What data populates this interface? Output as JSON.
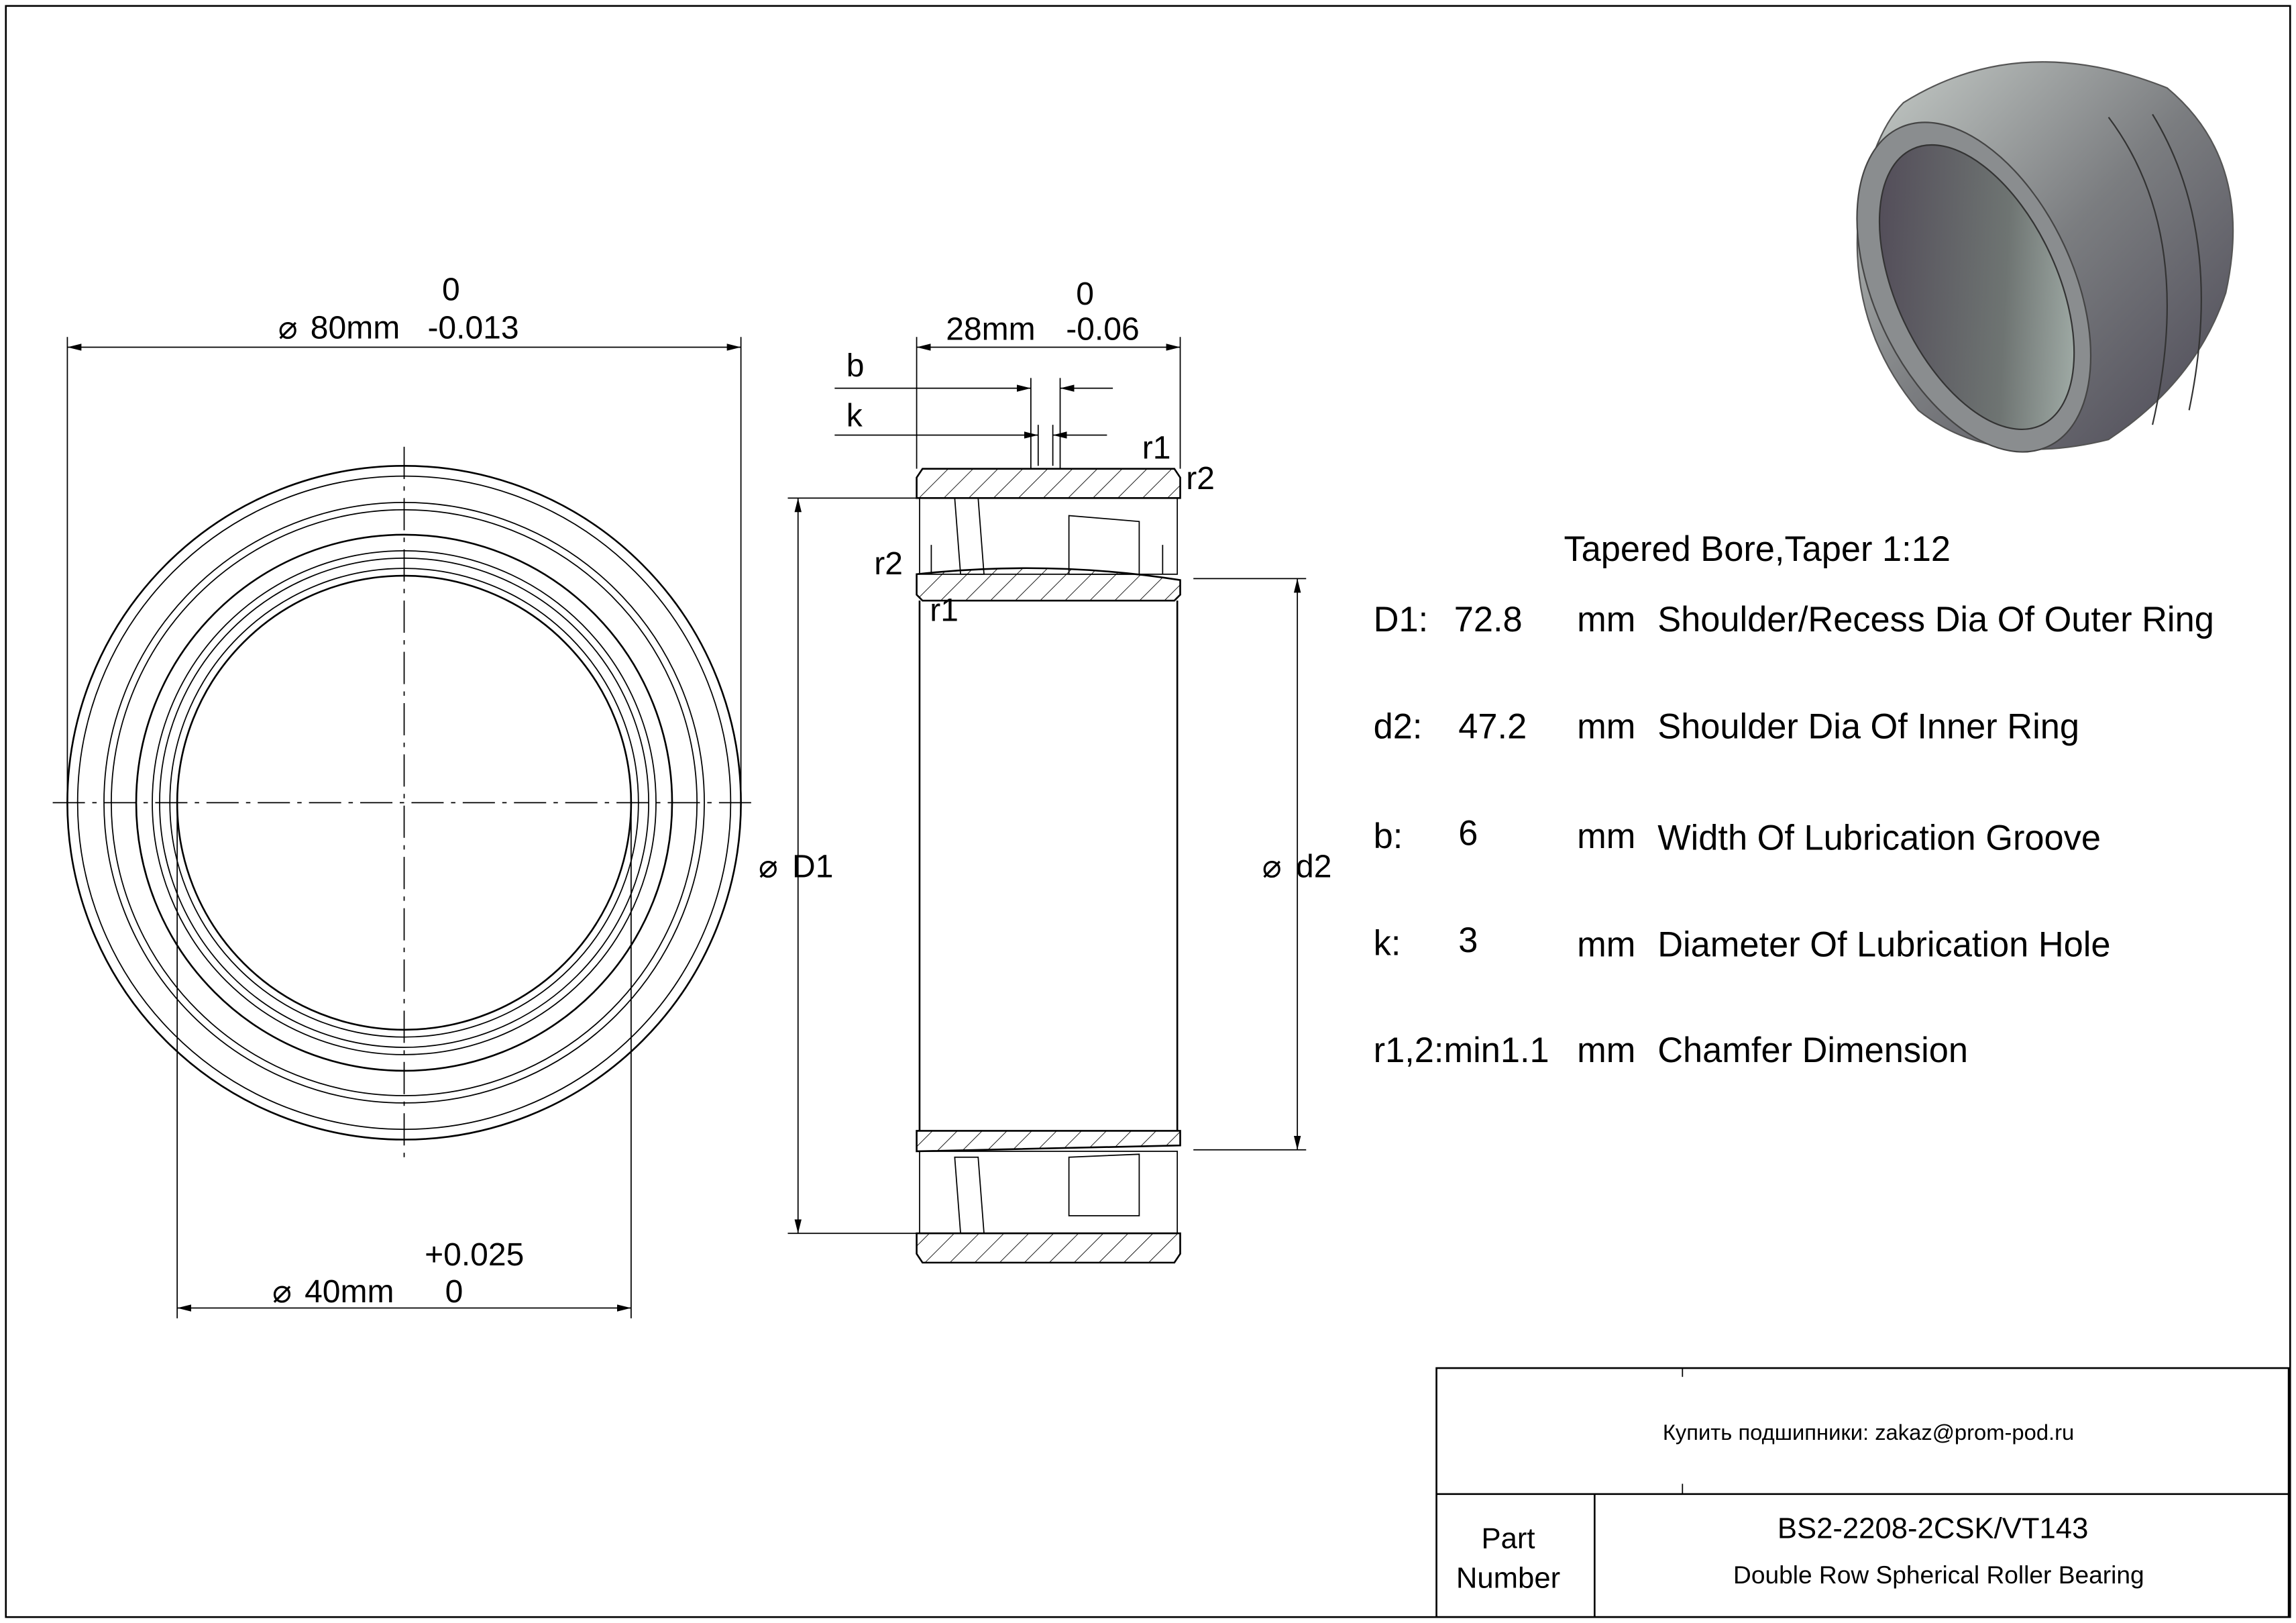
{
  "front_view": {
    "outer_dia": {
      "value": "80mm",
      "upper_tol": "0",
      "lower_tol": "-0.013"
    },
    "bore_dia": {
      "value": "40mm",
      "upper_tol": "+0.025",
      "lower_tol": "0"
    }
  },
  "section_view": {
    "width": {
      "value": "28mm",
      "upper_tol": "0",
      "lower_tol": "-0.06"
    },
    "labels": {
      "b": "b",
      "k": "k",
      "r1": "r1",
      "r2": "r2",
      "D1": "D1",
      "d2": "d2"
    }
  },
  "specs": {
    "title": "Tapered Bore,Taper 1:12",
    "rows": [
      {
        "key": "D1:",
        "value": "72.8",
        "unit": "mm",
        "desc": "Shoulder/Recess Dia Of Outer Ring"
      },
      {
        "key": "d2:",
        "value": "47.2",
        "unit": "mm",
        "desc": "Shoulder Dia Of Inner Ring"
      },
      {
        "key": "b:",
        "value": "6",
        "unit": "mm",
        "desc": "Width Of Lubrication Groove"
      },
      {
        "key": "k:",
        "value": "3",
        "unit": "mm",
        "desc": "Diameter Of Lubrication Hole"
      },
      {
        "key": "r1,2:min1.1",
        "value": "",
        "unit": "mm",
        "desc": "Chamfer Dimension"
      }
    ]
  },
  "title_block": {
    "contact": "Купить подшипники: zakaz@prom-pod.ru",
    "part_label_1": "Part",
    "part_label_2": "Number",
    "part_number": "BS2-2208-2CSK/VT143",
    "description": "Double Row Spherical Roller Bearing"
  }
}
